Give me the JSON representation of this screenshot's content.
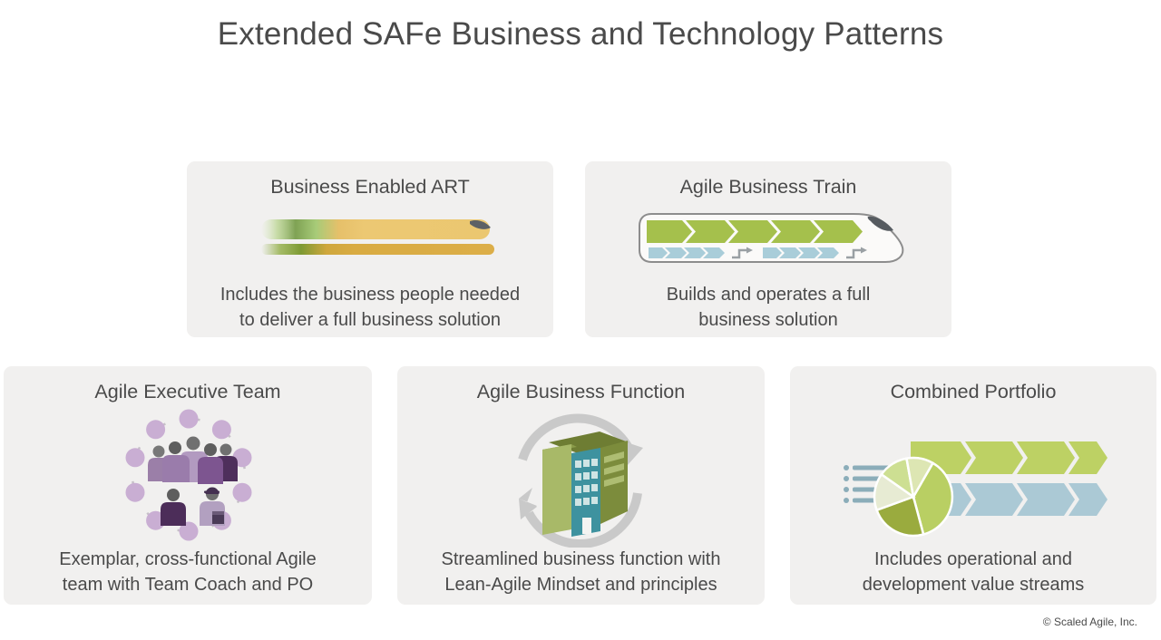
{
  "page": {
    "title": "Extended SAFe Business and Technology Patterns",
    "copyright": "© Scaled Agile, Inc."
  },
  "cards": [
    {
      "id": "business-enabled-art",
      "title": "Business Enabled ART",
      "icon": "speeding-train-icon",
      "desc_lines": [
        "Includes the business people needed",
        "to deliver a full business solution"
      ]
    },
    {
      "id": "agile-business-train",
      "title": "Agile Business Train",
      "icon": "train-chevrons-icon",
      "desc_lines": [
        "Builds and operates a full",
        "business solution"
      ]
    },
    {
      "id": "agile-executive-team",
      "title": "Agile Executive Team",
      "icon": "people-circle-icon",
      "desc_lines": [
        "Exemplar, cross-functional Agile",
        "team with Team Coach and PO"
      ]
    },
    {
      "id": "agile-business-function",
      "title": "Agile Business Function",
      "icon": "building-cycle-icon",
      "desc_lines": [
        "Streamlined business function with",
        "Lean-Agile Mindset and principles"
      ]
    },
    {
      "id": "combined-portfolio",
      "title": "Combined Portfolio",
      "icon": "pie-value-streams-icon",
      "desc_lines": [
        "Includes operational and",
        "development value streams"
      ]
    }
  ],
  "colors": {
    "card_background": "#f1f0ef",
    "text": "#4a4a4a",
    "train_green_chevron": "#a5c04c",
    "train_blue_chevron": "#a9cdd9",
    "train_gold": "#ecc873",
    "train_gold_dark": "#d9ab42",
    "lavender_ring": "#c9aed3",
    "purple_dark": "#4c2d59",
    "building_teal": "#3e929f",
    "building_green": "#a9ba6a",
    "building_olive": "#7c8c3c",
    "cycle_arrow_gray": "#c9c9c9",
    "portfolio_green": "#bdd164",
    "portfolio_blue": "#abc9d5",
    "portfolio_pie_dark": "#9aab3e",
    "list_blue_gray": "#8badb9"
  }
}
